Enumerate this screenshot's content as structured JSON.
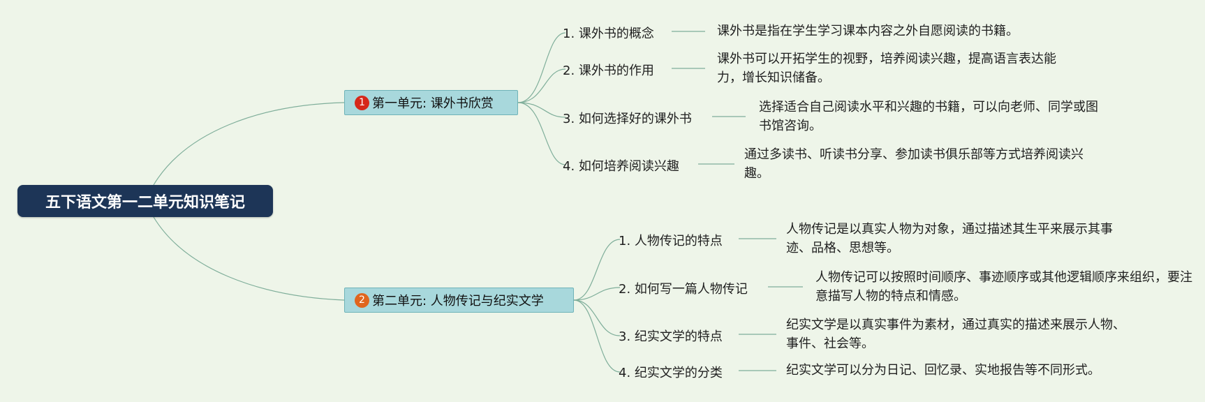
{
  "root": {
    "title": "五下语文第一二单元知识笔记"
  },
  "units": [
    {
      "badge": "1",
      "badge_color": "#d6281a",
      "title": "第一单元: 课外书欣赏",
      "topics": [
        {
          "label": "1. 课外书的概念",
          "note": "课外书是指在学生学习课本内容之外自愿阅读的书籍。"
        },
        {
          "label": "2. 课外书的作用",
          "note": "课外书可以开拓学生的视野，培养阅读兴趣，提高语言表达能力，增长知识储备。"
        },
        {
          "label": "3. 如何选择好的课外书",
          "note": "选择适合自己阅读水平和兴趣的书籍，可以向老师、同学或图书馆咨询。"
        },
        {
          "label": "4. 如何培养阅读兴趣",
          "note": "通过多读书、听读书分享、参加读书俱乐部等方式培养阅读兴趣。"
        }
      ]
    },
    {
      "badge": "2",
      "badge_color": "#e0661e",
      "title": "第二单元: 人物传记与纪实文学",
      "topics": [
        {
          "label": "1. 人物传记的特点",
          "note": "人物传记是以真实人物为对象，通过描述其生平来展示其事迹、品格、思想等。"
        },
        {
          "label": "2. 如何写一篇人物传记",
          "note": "人物传记可以按照时间顺序、事迹顺序或其他逻辑顺序来组织，要注意描写人物的特点和情感。"
        },
        {
          "label": "3. 纪实文学的特点",
          "note": "纪实文学是以真实事件为素材，通过真实的描述来展示人物、事件、社会等。"
        },
        {
          "label": "4. 纪实文学的分类",
          "note": "纪实文学可以分为日记、回忆录、实地报告等不同形式。"
        }
      ]
    }
  ]
}
